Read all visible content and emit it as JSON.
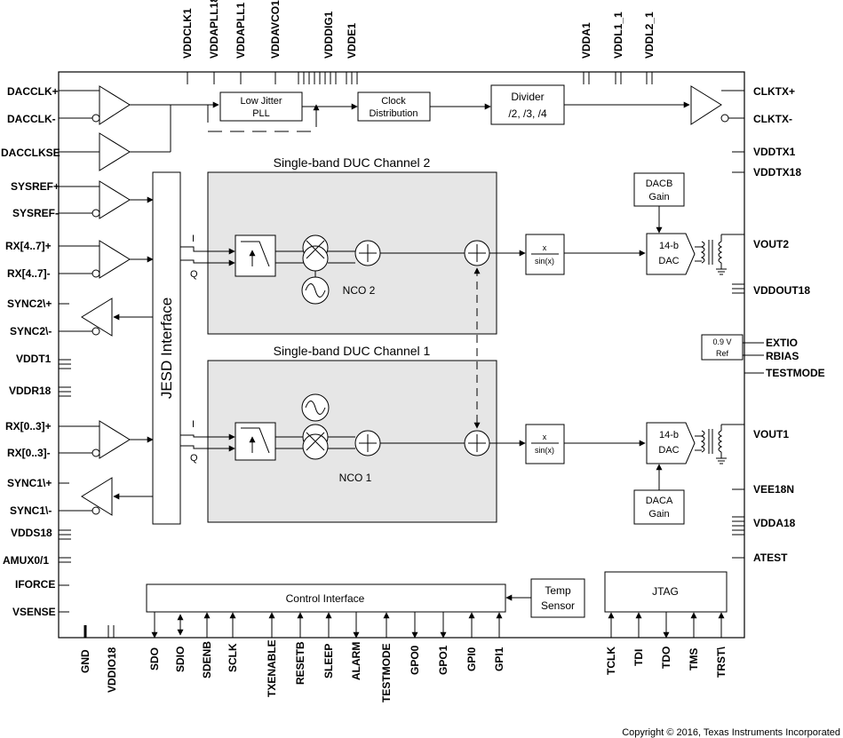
{
  "pins_left": [
    "DACCLK+",
    "DACCLK-",
    "DACCLKSE",
    "SYSREF+",
    "SYSREF-",
    "RX[4..7]+",
    "RX[4..7]-",
    "SYNC2\\+",
    "SYNC2\\-",
    "VDDT1",
    "VDDR18",
    "RX[0..3]+",
    "RX[0..3]-",
    "SYNC1\\+",
    "SYNC1\\-",
    "VDDS18",
    "AMUX0/1",
    "IFORCE",
    "VSENSE"
  ],
  "pins_top": [
    "VDDCLK1",
    "VDDAPLL18",
    "VDDAPLL1",
    "VDDAVCO18",
    "VDDDIG1",
    "VDDE1",
    "VDDA1",
    "VDDL1_1",
    "VDDL2_1"
  ],
  "pins_right": [
    "CLKTX+",
    "CLKTX-",
    "VDDTX1",
    "VDDTX18",
    "VOUT2",
    "VDDOUT18",
    "EXTIO",
    "RBIAS",
    "TESTMODE",
    "VOUT1",
    "VEE18N",
    "VDDA18",
    "ATEST"
  ],
  "pins_bottom": [
    "GND",
    "VDDIO18",
    "SDO",
    "SDIO",
    "SDENB",
    "SCLK",
    "TXENABLE",
    "RESETB",
    "SLEEP",
    "ALARM",
    "TESTMODE",
    "GPO0",
    "GPO1",
    "GPI0",
    "GPI1",
    "TCLK",
    "TDI",
    "TDO",
    "TMS",
    "TRST\\"
  ],
  "blocks": {
    "pll": [
      "Low Jitter",
      "PLL"
    ],
    "clock_dist": [
      "Clock",
      "Distribution"
    ],
    "divider": [
      "Divider",
      "/2, /3, /4"
    ],
    "jesd": "JESD Interface",
    "ch2_title": "Single-band DUC Channel 2",
    "ch1_title": "Single-band DUC Channel 1",
    "nco2": "NCO 2",
    "nco1": "NCO 1",
    "sinc_x": "x",
    "sinc_den": "sin(x)",
    "dac_bits": "14-b",
    "dac": "DAC",
    "dacb_gain": [
      "DACB",
      "Gain"
    ],
    "daca_gain": [
      "DACA",
      "Gain"
    ],
    "ref": [
      "0.9 V",
      "Ref"
    ],
    "control": "Control Interface",
    "temp": [
      "Temp",
      "Sensor"
    ],
    "jtag": "JTAG",
    "i_label": "I",
    "q_label": "Q"
  },
  "copyright": "Copyright © 2016, Texas Instruments Incorporated"
}
